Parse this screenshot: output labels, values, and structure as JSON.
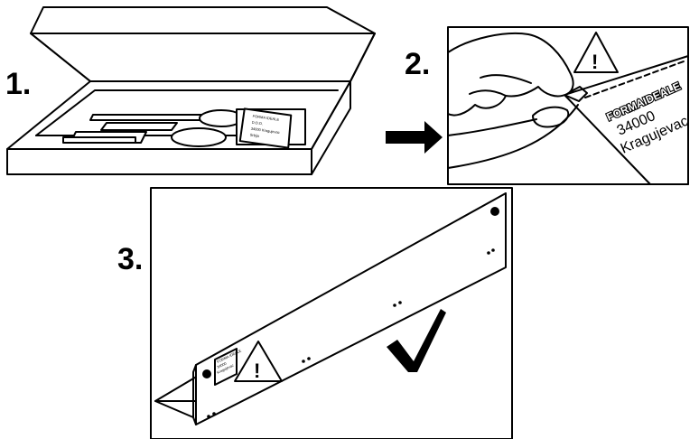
{
  "steps": [
    {
      "label": "1."
    },
    {
      "label": "2."
    },
    {
      "label": "3."
    }
  ],
  "warning_mark": "!",
  "label_sticker": {
    "brand": "FORMAIDEALE",
    "postcode": "34000",
    "city": "Kragujevac"
  },
  "icons": {
    "arrow": "arrow-right-icon",
    "warning": "warning-triangle-icon",
    "check": "checkmark-icon"
  }
}
